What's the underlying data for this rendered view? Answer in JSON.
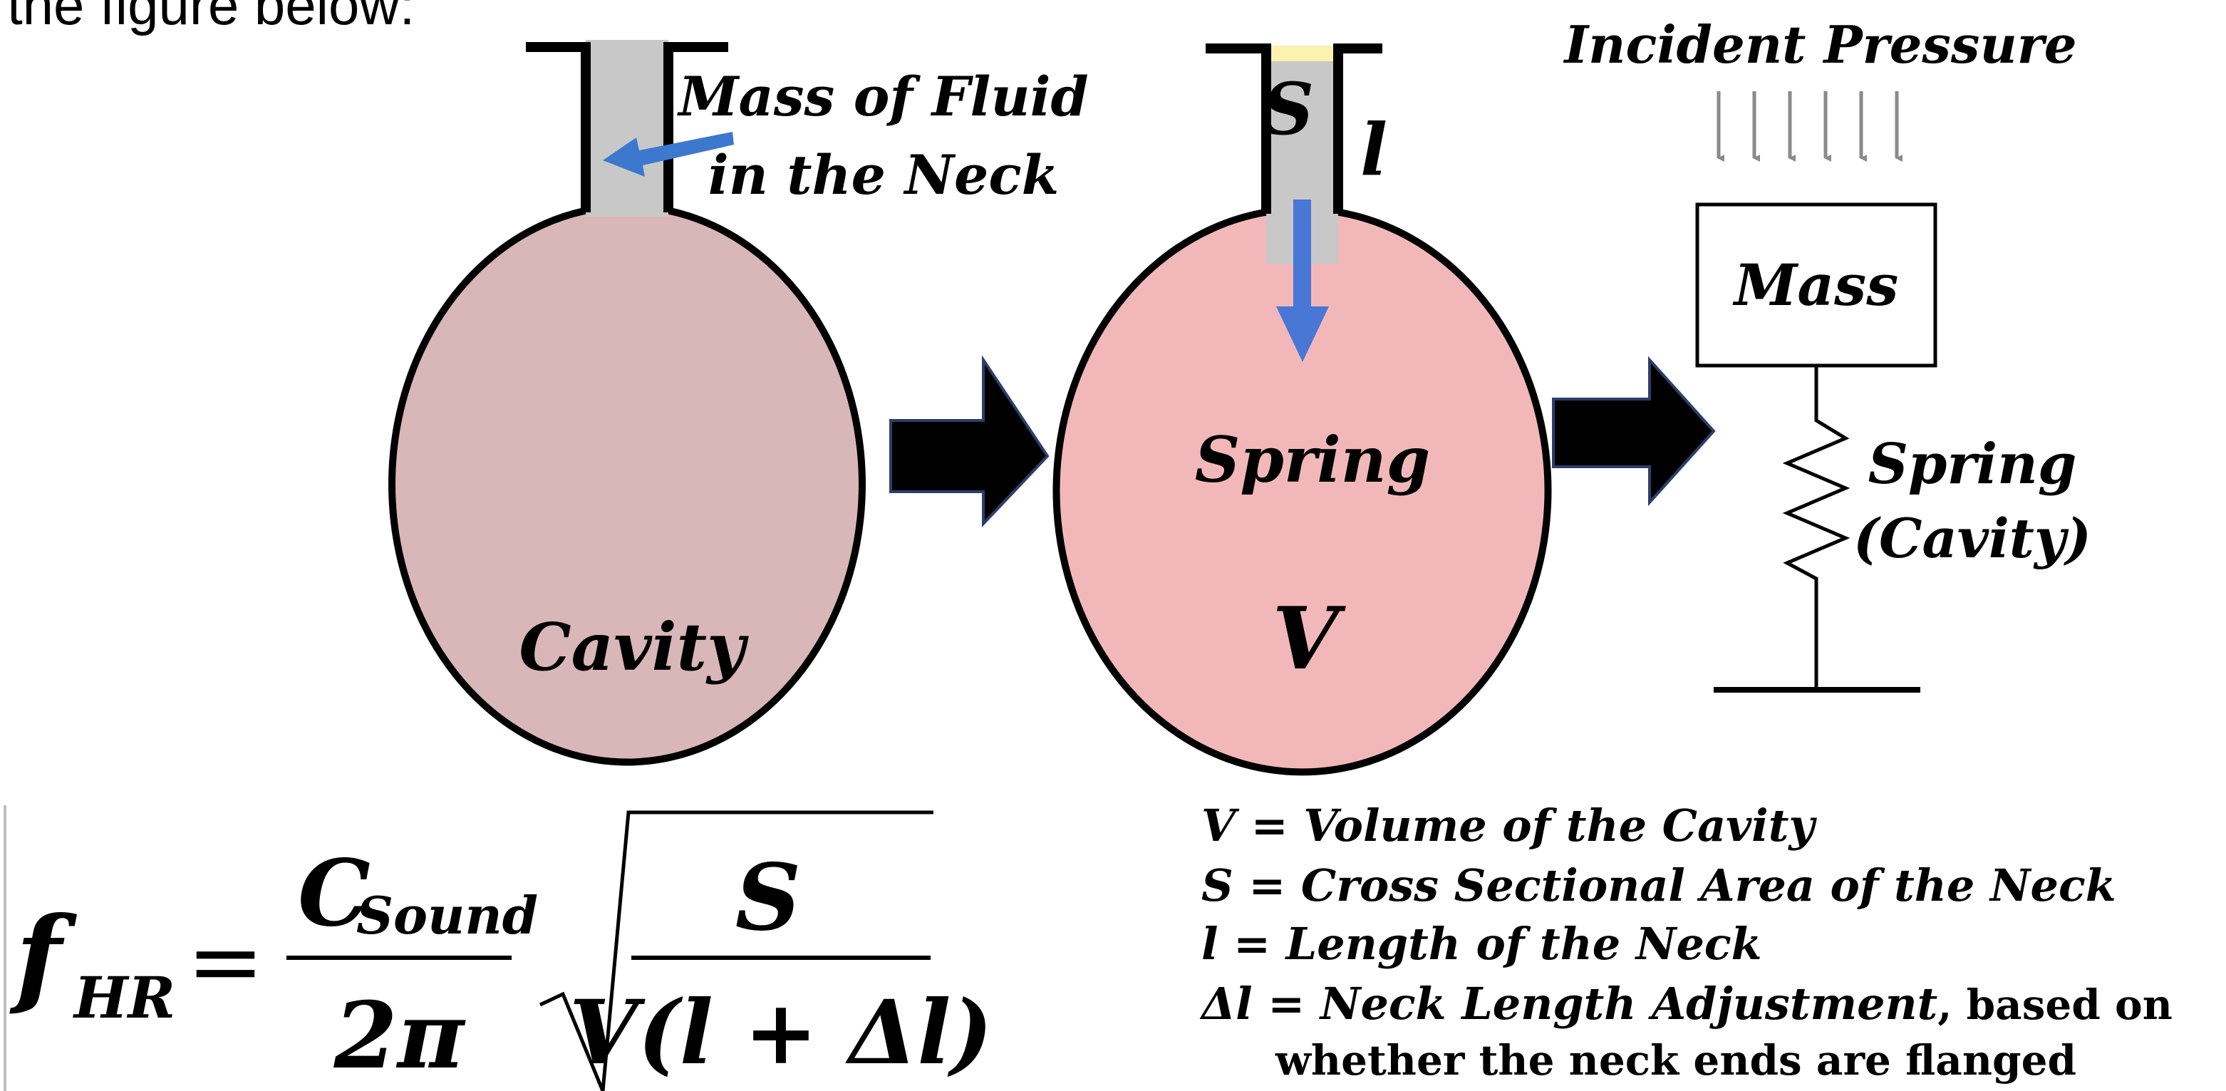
{
  "header_fragment": "the figure below:",
  "panel1": {
    "neck_label_line1": "Mass of Fluid",
    "neck_label_line2": "in the Neck",
    "cavity_label": "Cavity"
  },
  "panel2": {
    "s_label": "S",
    "l_label": "l",
    "spring_label": "Spring",
    "v_label": "V"
  },
  "panel3": {
    "incident_label": "Incident Pressure",
    "mass_label": "Mass",
    "spring_label_line1": "Spring",
    "spring_label_line2": "(Cavity)"
  },
  "formula": {
    "lhs_f": "f",
    "lhs_sub": "HR",
    "equals": "=",
    "num_c": "C",
    "num_sub": "Sound",
    "den": "2π",
    "rad_num": "S",
    "rad_den": "V(l + Δl)"
  },
  "legend": {
    "v_line": "V = Volume of the Cavity",
    "s_line": "S = Cross Sectional Area of the Neck",
    "l_line": "l = Length of the Neck",
    "dl_line_a": "Δl = Neck Length Adjustment",
    "dl_line_b": ", based on",
    "dl_line_c": "whether the neck ends are flanged"
  },
  "colors": {
    "cavity1": "#d9b6b8",
    "cavity2": "#f2b8b9",
    "neck": "#c8c8c8",
    "neck_top": "#fbf2b0",
    "blue_arrow": "#3d78cf",
    "gray_arrow": "#8a8a8a",
    "black": "#000000"
  }
}
